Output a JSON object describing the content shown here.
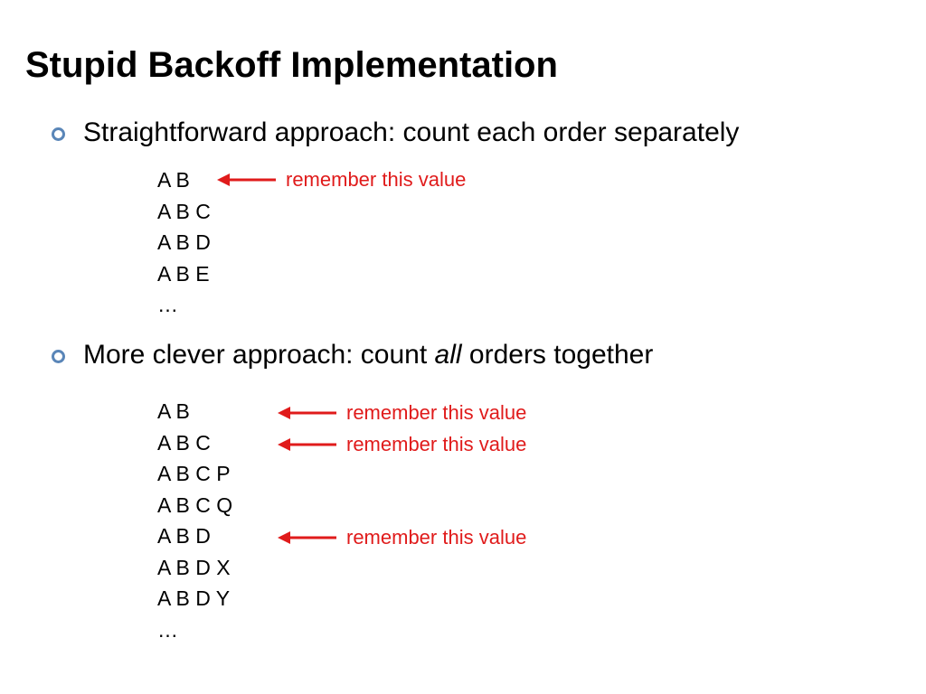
{
  "slide": {
    "title": "Stupid Backoff Implementation",
    "accent_color": "#5a86b8",
    "annotation_color": "#e01b1b",
    "bullets": [
      {
        "icon": "circle-bullet-icon",
        "text": "Straightforward approach: count each order separately",
        "ngrams": [
          "A B",
          "A B C",
          "A B D",
          "A B E",
          "…"
        ],
        "annotations": [
          {
            "ngram_index": 0,
            "text": "remember this value"
          }
        ]
      },
      {
        "icon": "circle-bullet-icon",
        "text_before": "More clever approach: count ",
        "text_emphasis": "all",
        "text_after": " orders together",
        "ngrams": [
          "A B",
          "A B C",
          "A B C P",
          "A B C Q",
          "A B D",
          "A B D X",
          "A B D Y",
          "…"
        ],
        "annotations": [
          {
            "ngram_index": 0,
            "text": "remember this value"
          },
          {
            "ngram_index": 1,
            "text": "remember this value"
          },
          {
            "ngram_index": 4,
            "text": "remember this value"
          }
        ]
      }
    ]
  }
}
